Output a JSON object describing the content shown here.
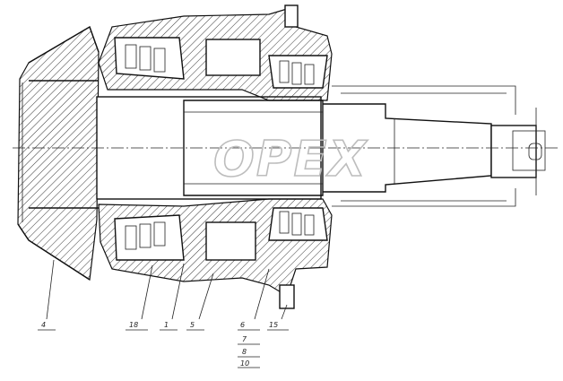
{
  "watermark": {
    "text": "OPEX"
  },
  "callouts": [
    {
      "id": "c4",
      "label": "4"
    },
    {
      "id": "c18",
      "label": "18"
    },
    {
      "id": "c1",
      "label": "1"
    },
    {
      "id": "c5",
      "label": "5"
    },
    {
      "id": "c6",
      "label": "6"
    },
    {
      "id": "c7",
      "label": "7"
    },
    {
      "id": "c8",
      "label": "8"
    },
    {
      "id": "c10",
      "label": "10"
    },
    {
      "id": "c15",
      "label": "15"
    }
  ]
}
